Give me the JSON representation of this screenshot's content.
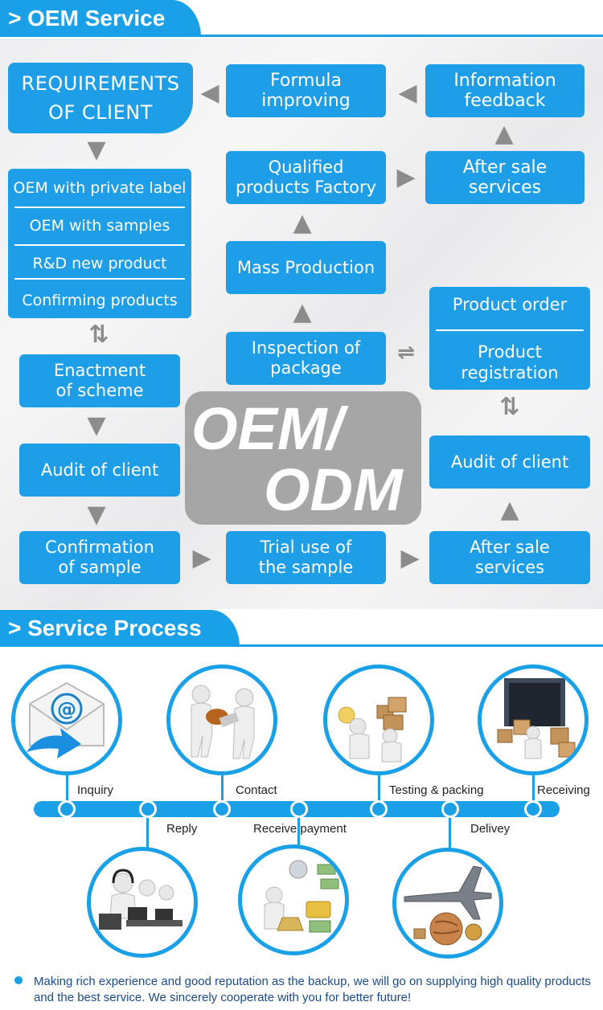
{
  "oem_section": {
    "title": "> OEM Service",
    "boxes": {
      "requirements": [
        "REQUIREMENTS",
        "OF CLIENT"
      ],
      "formula": [
        "Formula",
        "improving"
      ],
      "information": [
        "Information",
        "feedback"
      ],
      "qualified": [
        "Qualified",
        "products Factory"
      ],
      "after_sale_top": [
        "After sale",
        "services"
      ],
      "mass_production": "Mass Production",
      "inspection": [
        "Inspection of",
        "package"
      ],
      "product_order": "Product order",
      "product_registration": [
        "Product",
        "registration"
      ],
      "enactment": [
        "Enactment",
        "of scheme"
      ],
      "audit_left": "Audit of client",
      "audit_right": "Audit of client",
      "confirmation": [
        "Confirmation",
        "of sample"
      ],
      "trial": [
        "Trial use of",
        "the sample"
      ],
      "after_sale_bottom": [
        "After sale",
        "services"
      ]
    },
    "options": [
      "OEM with private label",
      "OEM with samples",
      "R&D new product",
      "Confirming products"
    ],
    "badge": [
      "OEM/",
      "ODM"
    ]
  },
  "process_section": {
    "title": "> Service Process",
    "steps_top": [
      "Inquiry",
      "Contact",
      "Testing & packing",
      "Receiving"
    ],
    "steps_bottom": [
      "Reply",
      "Receive payment",
      "Delivey"
    ],
    "icons_top": [
      "email-icon",
      "handshake-icon",
      "inspection-icon",
      "warehouse-icon"
    ],
    "icons_bottom": [
      "call-center-icon",
      "money-icon",
      "airplane-globe-icon"
    ]
  },
  "footer": {
    "text": "Making rich experience and good reputation as the backup, we will go on supplying high quality products and the best service. We sincerely cooperate with you for better future!"
  },
  "colors": {
    "accent": "#1aa0e6",
    "box": "#1e9ee6",
    "arrow": "#8c8c8c",
    "footer_text": "#1b4a8c"
  }
}
